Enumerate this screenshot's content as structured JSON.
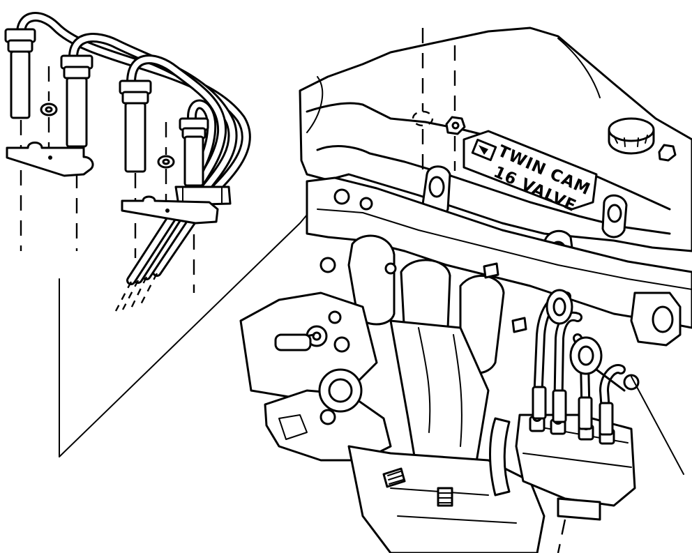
{
  "illustration": {
    "subject": "engine",
    "cover_logo_lines": [
      "TWIN CAM",
      "16 VALVE"
    ],
    "spark_plug_wire_count": 4,
    "line_color": "#000000",
    "background_color": "#ffffff"
  }
}
